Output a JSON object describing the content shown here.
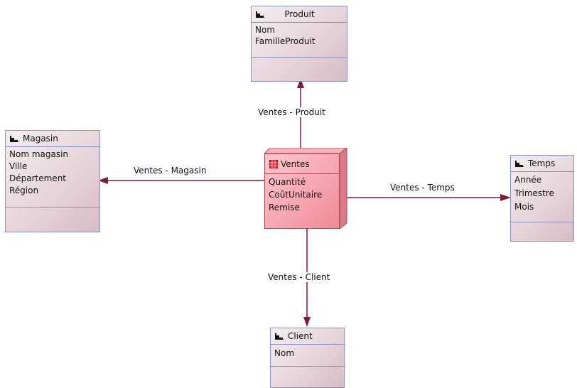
{
  "fact": {
    "name": "Ventes",
    "attributes": [
      "Quantité",
      "CoûtUnitaire",
      "Remise"
    ]
  },
  "dimensions": {
    "produit": {
      "name": "Produit",
      "attributes": [
        "Nom",
        "FamilleProduit"
      ]
    },
    "magasin": {
      "name": "Magasin",
      "attributes": [
        "Nom magasin",
        "Ville",
        "Département",
        "Région"
      ]
    },
    "temps": {
      "name": "Temps",
      "attributes": [
        "Année",
        "Trimestre",
        "Mois"
      ]
    },
    "client": {
      "name": "Client",
      "attributes": [
        "Nom"
      ]
    }
  },
  "links": {
    "produit": "Ventes - Produit",
    "magasin": "Ventes - Magasin",
    "temps": "Ventes - Temps",
    "client": "Ventes - Client"
  },
  "colors": {
    "link": "#7a1f3d",
    "entity_border": "#8a8fbf",
    "fact_fill": "#f6a3ad"
  },
  "icons": {
    "dimension": "dimension-icon",
    "fact": "fact-table-icon"
  }
}
